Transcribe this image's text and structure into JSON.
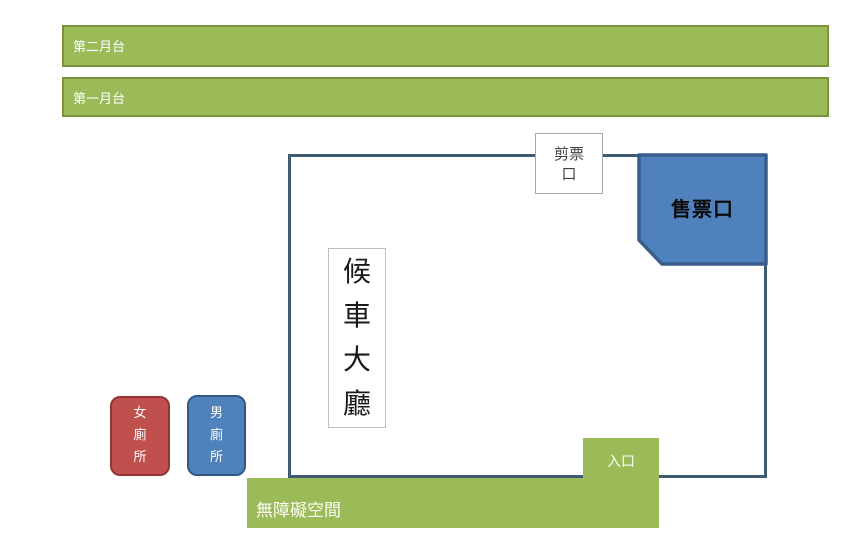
{
  "diagram": {
    "title_hint": "station floor plan",
    "platforms": {
      "platform2_label": "第二月台",
      "platform1_label": "第一月台"
    },
    "hall": {
      "label": "候車大廳"
    },
    "ticket_gate": {
      "label": "剪票口"
    },
    "ticket_office": {
      "label": "售票口"
    },
    "toilets": {
      "female_label": "女廁所",
      "male_label": "男廁所"
    },
    "entrance": {
      "label": "入口"
    },
    "accessible_area": {
      "label": "無障礙空間"
    }
  },
  "colors": {
    "platform_fill": "#9bbb59",
    "platform_border": "#77933c",
    "hall_border": "#3f5a73",
    "ticket_office_fill": "#4f81bd",
    "ticket_office_border": "#385d8a",
    "female_toilet_fill": "#c0504d",
    "female_toilet_border": "#943634",
    "male_toilet_fill": "#4f81bd",
    "male_toilet_border": "#2f5984",
    "gate_box_border": "#a6a6a6",
    "label_box_border": "#bfbfbf",
    "text_on_color": "#ffffff"
  }
}
